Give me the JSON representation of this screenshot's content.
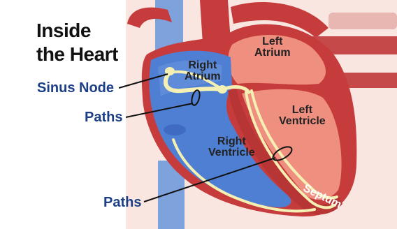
{
  "title": {
    "line1": "Inside",
    "line2": "the Heart"
  },
  "callouts": {
    "sinus_node": "Sinus Node",
    "paths_upper": "Paths",
    "paths_lower": "Paths"
  },
  "chambers": {
    "right_atrium": [
      "Right",
      "Atrium"
    ],
    "left_atrium": [
      "Left",
      "Atrium"
    ],
    "left_ventricle": [
      "Left",
      "Ventricle"
    ],
    "right_ventricle": [
      "Right",
      "Ventricle"
    ]
  },
  "septum_label": "Septum",
  "colors": {
    "blood_vessel_blue": "#7ea3dc",
    "right_heart_blue": "#4f7fd3",
    "heart_wall_red": "#c63c3c",
    "left_heart_red": "#ef8f80",
    "conduction_yellow": "#f4efb2",
    "background_pink": "#f9e6e1",
    "label_navy": "#1d3f86"
  }
}
